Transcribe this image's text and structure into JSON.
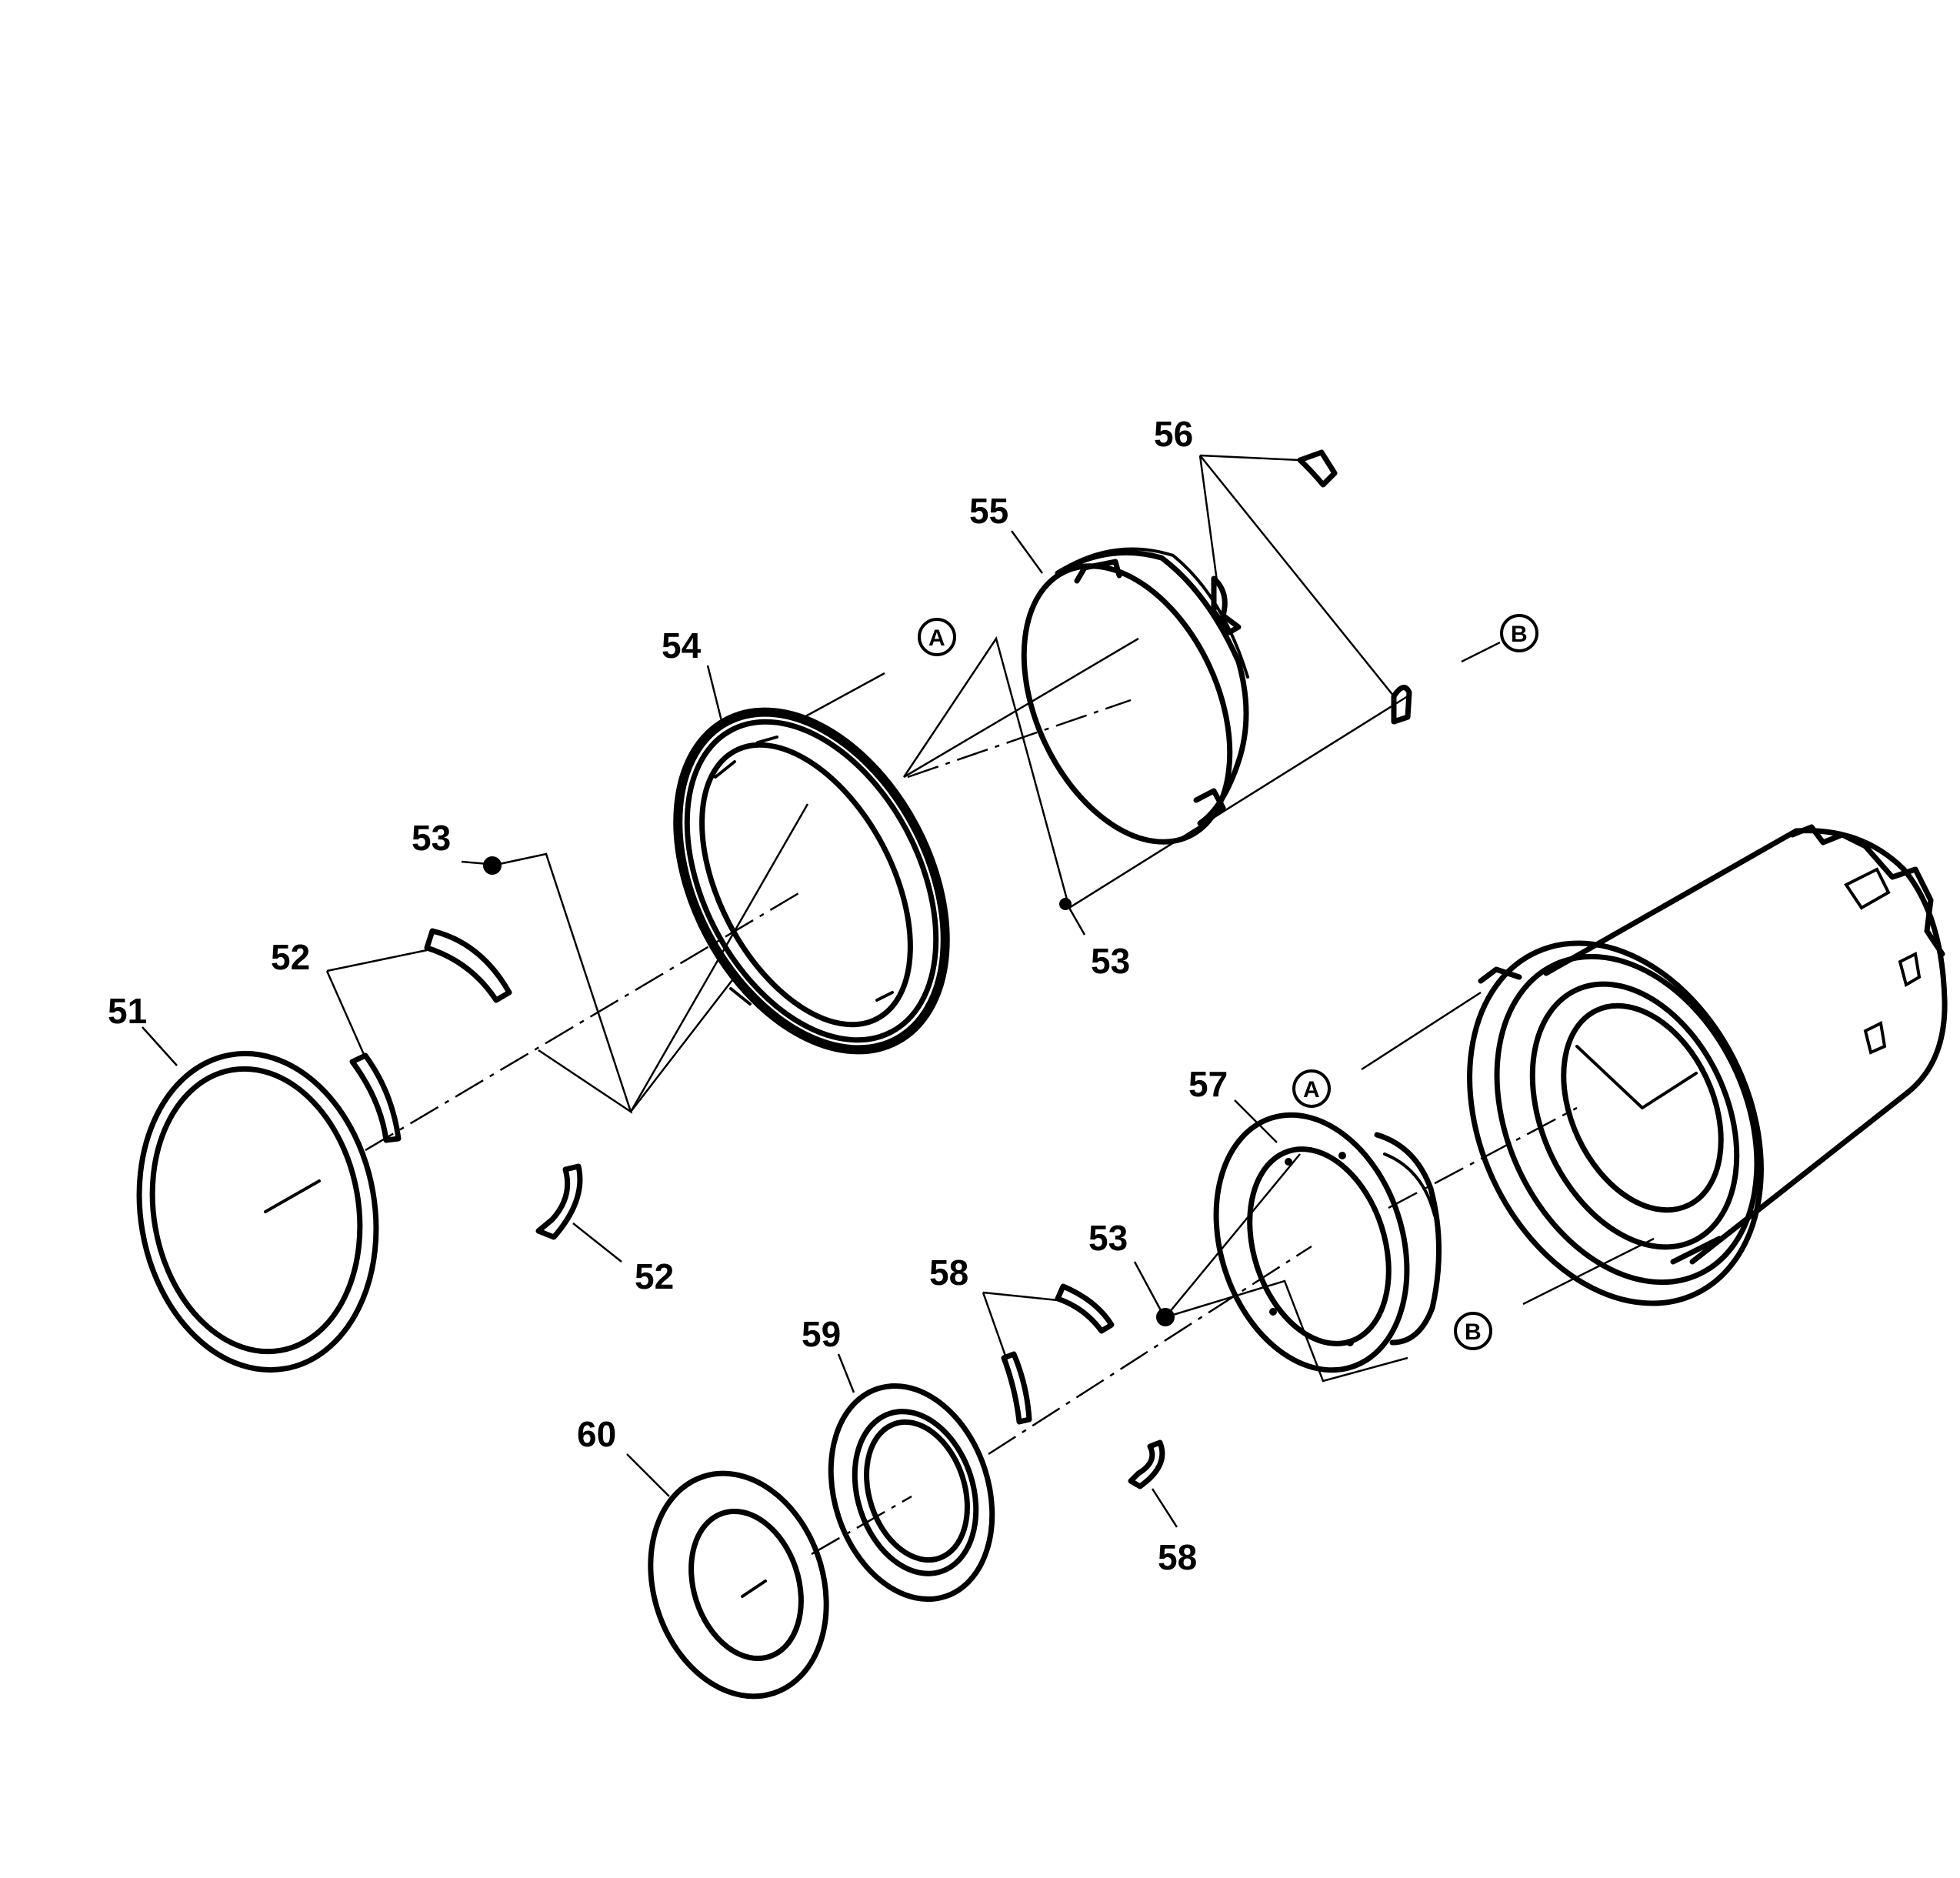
{
  "diagram": {
    "part_labels": {
      "p51": "51",
      "p52_top": "52",
      "p52_bottom": "52",
      "p53_left": "53",
      "p53_middle": "53",
      "p53_right": "53",
      "p54": "54",
      "p55": "55",
      "p56": "56",
      "p57": "57",
      "p58_top": "58",
      "p58_bottom": "58",
      "p59": "59",
      "p60": "60"
    },
    "reference_markers": {
      "a_top": "A",
      "b_top": "B",
      "a_right": "A",
      "b_right": "B"
    }
  }
}
